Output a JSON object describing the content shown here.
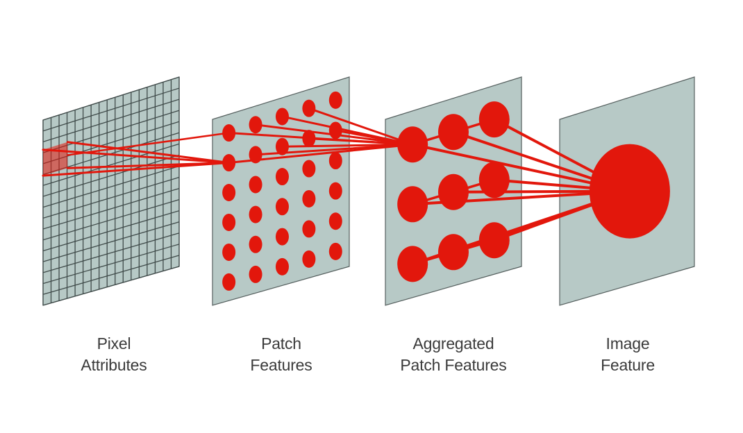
{
  "background": "#ffffff",
  "colors": {
    "panel_fill": "#b7c9c6",
    "panel_stroke": "#555f5e",
    "grid_line": "#3f4a49",
    "feature_red": "#e2170c",
    "caption_text": "#3a3a3a"
  },
  "stages": [
    {
      "id": "pixel",
      "caption_line1": "Pixel",
      "caption_line2": "Attributes",
      "feature_rows": 0,
      "feature_cols": 0
    },
    {
      "id": "patch",
      "caption_line1": "Patch",
      "caption_line2": "Features",
      "feature_rows": 6,
      "feature_cols": 5
    },
    {
      "id": "aggregated",
      "caption_line1": "Aggregated",
      "caption_line2": "Patch Features",
      "feature_rows": 3,
      "feature_cols": 3
    },
    {
      "id": "image",
      "caption_line1": "Image",
      "caption_line2": "Feature",
      "feature_rows": 1,
      "feature_cols": 1
    }
  ]
}
